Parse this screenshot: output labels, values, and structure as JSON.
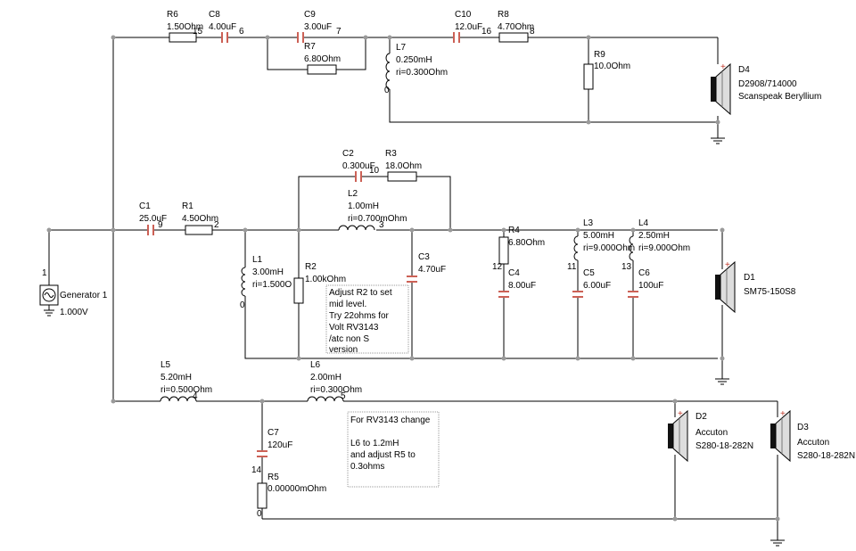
{
  "components": {
    "R6": {
      "name": "R6",
      "value": "1.50Ohm"
    },
    "C8": {
      "name": "C8",
      "value": "4.00uF"
    },
    "C9": {
      "name": "C9",
      "value": "3.00uF"
    },
    "R7": {
      "name": "R7",
      "value": "6.80Ohm"
    },
    "L7": {
      "name": "L7",
      "value": "0.250mH",
      "ri": "ri=0.300Ohm"
    },
    "C10": {
      "name": "C10",
      "value": "12.0uF"
    },
    "R8": {
      "name": "R8",
      "value": "4.70Ohm"
    },
    "R9": {
      "name": "R9",
      "value": "10.0Ohm"
    },
    "C2": {
      "name": "C2",
      "value": "0.300uF"
    },
    "R3": {
      "name": "R3",
      "value": "18.0Ohm"
    },
    "L2": {
      "name": "L2",
      "value": "1.00mH",
      "ri": "ri=0.700mOhm"
    },
    "C1": {
      "name": "C1",
      "value": "25.0uF"
    },
    "R1": {
      "name": "R1",
      "value": "4.50Ohm"
    },
    "L1": {
      "name": "L1",
      "value": "3.00mH",
      "ri": "ri=1.500O"
    },
    "R2": {
      "name": "R2",
      "value": "1.00kOhm"
    },
    "C3": {
      "name": "C3",
      "value": "4.70uF"
    },
    "R4": {
      "name": "R4",
      "value": "6.80Ohm"
    },
    "C4": {
      "name": "C4",
      "value": "8.00uF"
    },
    "L3": {
      "name": "L3",
      "value": "5.00mH",
      "ri": "ri=9.000Ohm"
    },
    "C5": {
      "name": "C5",
      "value": "6.00uF"
    },
    "L4": {
      "name": "L4",
      "value": "2.50mH",
      "ri": "ri=9.000Ohm"
    },
    "C6": {
      "name": "C6",
      "value": "100uF"
    },
    "L5": {
      "name": "L5",
      "value": "5.20mH",
      "ri": "ri=0.500Ohm"
    },
    "L6": {
      "name": "L6",
      "value": "2.00mH",
      "ri": "ri=0.300Ohm"
    },
    "C7": {
      "name": "C7",
      "value": "120uF"
    },
    "R5": {
      "name": "R5",
      "value": "0.00000mOhm"
    }
  },
  "generator": {
    "name": "Generator 1",
    "value": "1.000V"
  },
  "drivers": {
    "D4": {
      "name": "D4",
      "model": "D2908/714000",
      "make": "Scanspeak Beryllium"
    },
    "D1": {
      "name": "D1",
      "model": "SM75-150S8"
    },
    "D2": {
      "name": "D2",
      "make": "Accuton",
      "model": "S280-18-282N"
    },
    "D3": {
      "name": "D3",
      "make": "Accuton",
      "model": "S280-18-282N"
    }
  },
  "nodes": [
    "15",
    "6",
    "7",
    "16",
    "8",
    "0",
    "10",
    "9",
    "2",
    "3",
    "12",
    "11",
    "13",
    "1",
    "4",
    "5",
    "14"
  ],
  "notes": {
    "r2": [
      "Adjust R2 to set",
      "mid level.",
      "Try 22ohms for",
      "Volt RV3143",
      "/atc non S",
      "version"
    ],
    "rv3143": [
      "For RV3143 change",
      "",
      "L6 to 1.2mH",
      "and adjust R5 to",
      "0.3ohms"
    ]
  },
  "colors": {
    "wire": "#000000",
    "node_dot": "#9a9a9a",
    "capacitor": "#c0392b",
    "driver_terminal": "#c0392b"
  }
}
